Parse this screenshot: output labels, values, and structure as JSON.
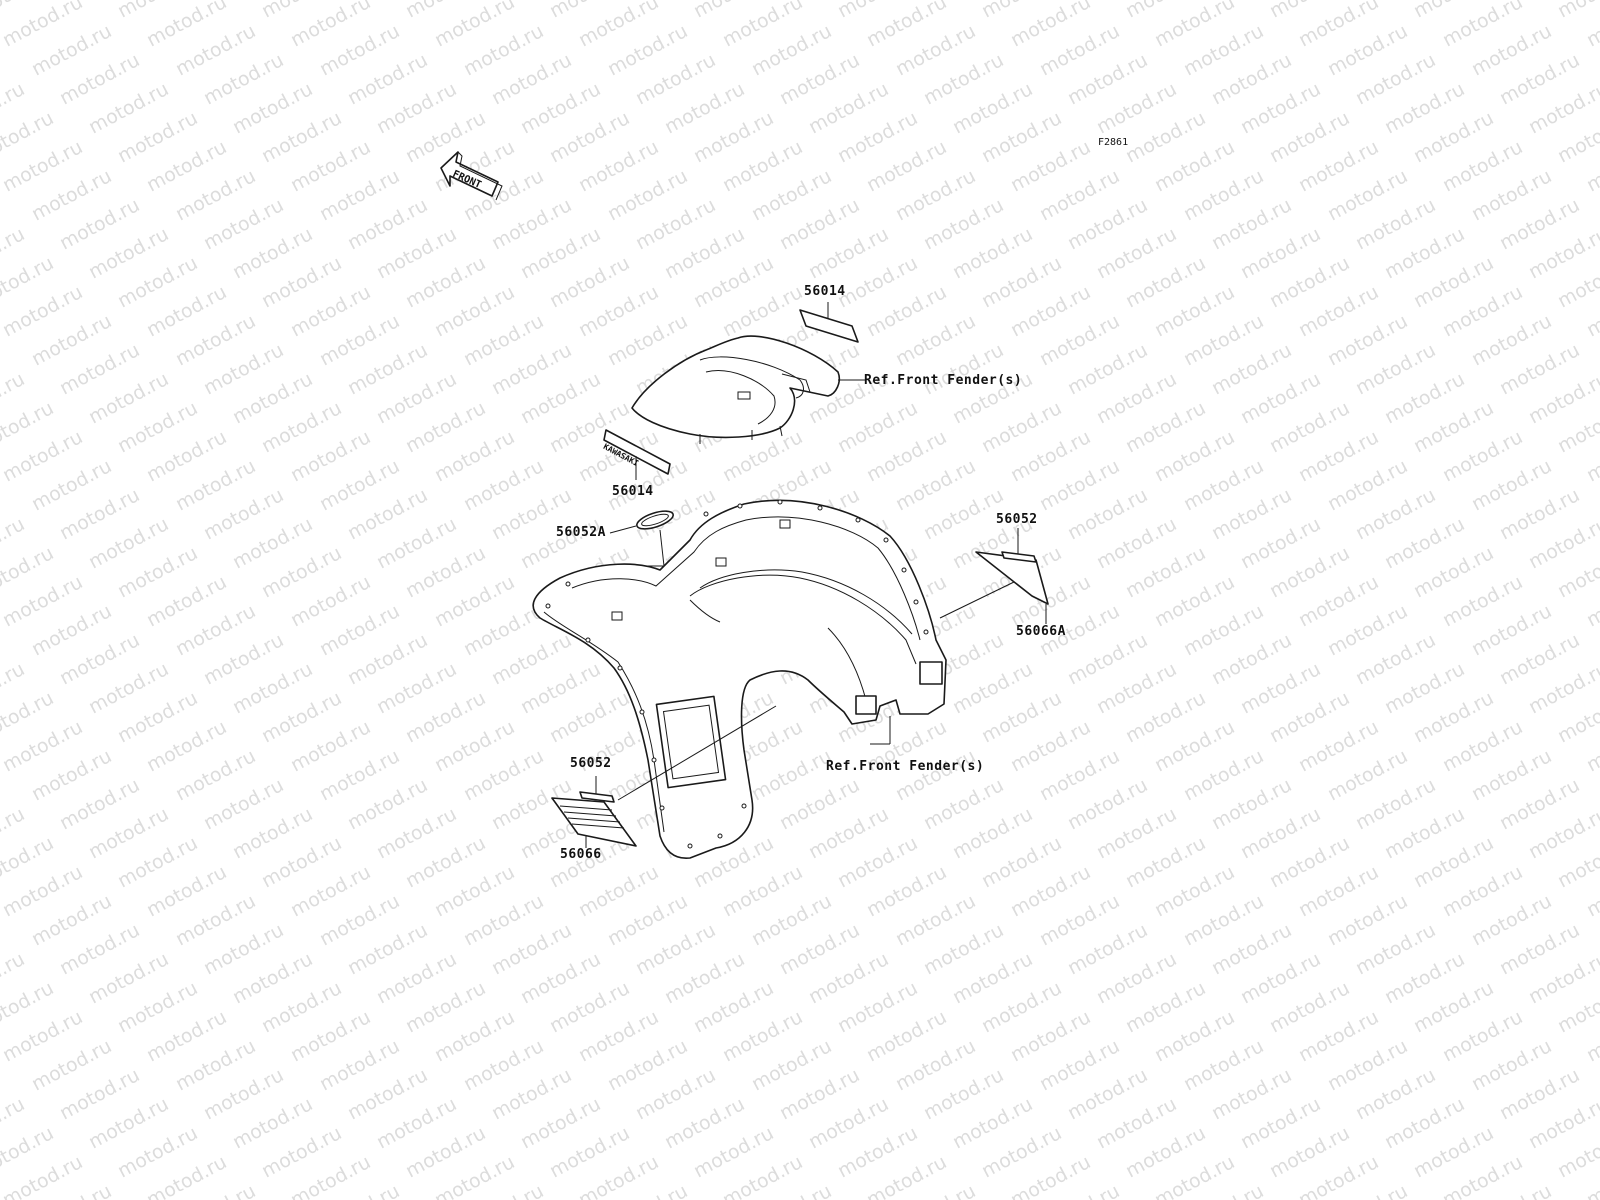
{
  "watermark": {
    "text": "motod.ru"
  },
  "figure_code": "F2861",
  "front_arrow_label": "FRONT",
  "callouts": {
    "label_56014_top": "56014",
    "ref_front_fender_top": "Ref.Front Fender(s)",
    "label_56014_mid": "56014",
    "emblem_text": "KAWASAKI",
    "label_56052A": "56052A",
    "label_56052_right": "56052",
    "label_56066A": "56066A",
    "ref_front_fender_bottom": "Ref.Front Fender(s)",
    "label_56052_left": "56052",
    "label_56066": "56066"
  }
}
